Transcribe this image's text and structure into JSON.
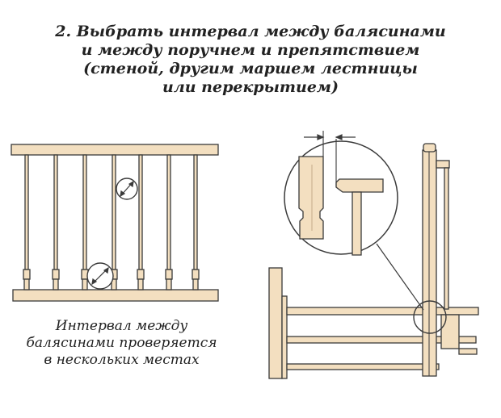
{
  "title": {
    "lines": [
      "2. Выбрать интервал между балясинами",
      "и между поручнем и препятствием",
      "(стеной, другим маршем лестницы",
      "или перекрытием)"
    ]
  },
  "caption": {
    "lines": [
      "Интервал между",
      "балясинами проверяется",
      "в нескольких местах"
    ]
  },
  "colors": {
    "wood": "#f3dfc0",
    "outline": "#3a3a3a",
    "background": "#ffffff"
  }
}
